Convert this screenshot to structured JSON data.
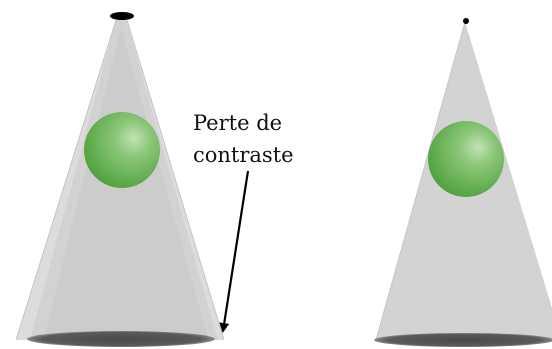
{
  "annotation": {
    "line1": "Perte de",
    "line2": "contraste"
  },
  "colors": {
    "background": "#ffffff",
    "beam": "#d2d2d2",
    "beam_outer": "#dcdcdc",
    "beam_edge": "#bdbdbd",
    "sphere": "#5eac4b",
    "sphere_highlight": "#b9dcae",
    "shadow": "#555555",
    "source": "#000000",
    "arrow": "#000000"
  },
  "panels": [
    {
      "name": "extended-source",
      "source": "extended"
    },
    {
      "name": "point-source",
      "source": "point"
    }
  ]
}
